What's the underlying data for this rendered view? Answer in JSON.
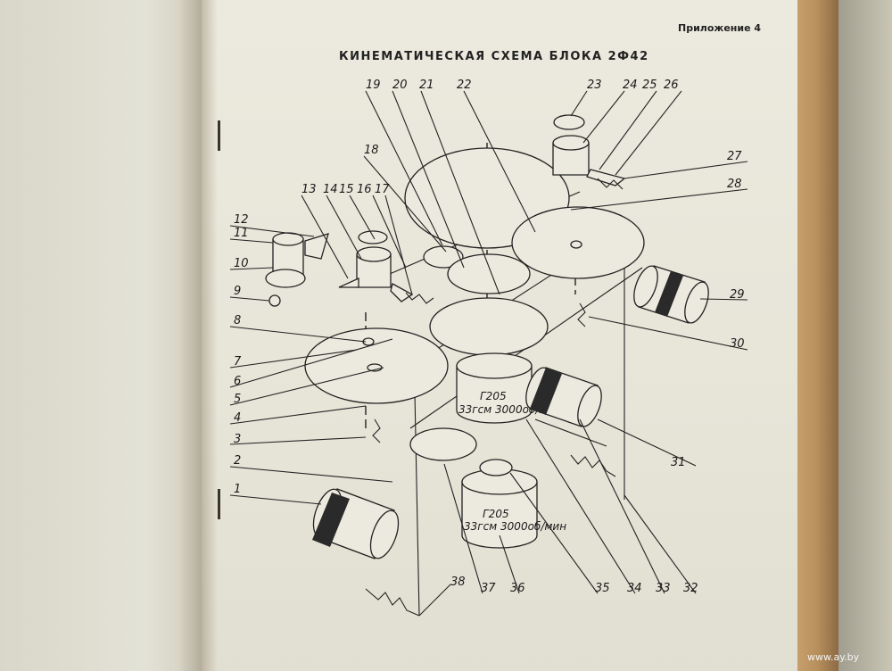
{
  "header": {
    "appendix": "Приложение 4",
    "title": "КИНЕМАТИЧЕСКАЯ СХЕМА БЛОКА 2Ф42"
  },
  "motor_label": {
    "model": "Г205",
    "spec": "33гсм 3000об/мин"
  },
  "callouts": [
    "1",
    "2",
    "3",
    "4",
    "5",
    "6",
    "7",
    "8",
    "9",
    "10",
    "11",
    "12",
    "13",
    "14",
    "15",
    "16",
    "17",
    "18",
    "19",
    "20",
    "21",
    "22",
    "23",
    "24",
    "25",
    "26",
    "27",
    "28",
    "29",
    "30",
    "31",
    "32",
    "33",
    "34",
    "35",
    "36",
    "37",
    "38"
  ],
  "watermark": "www.ay.by"
}
